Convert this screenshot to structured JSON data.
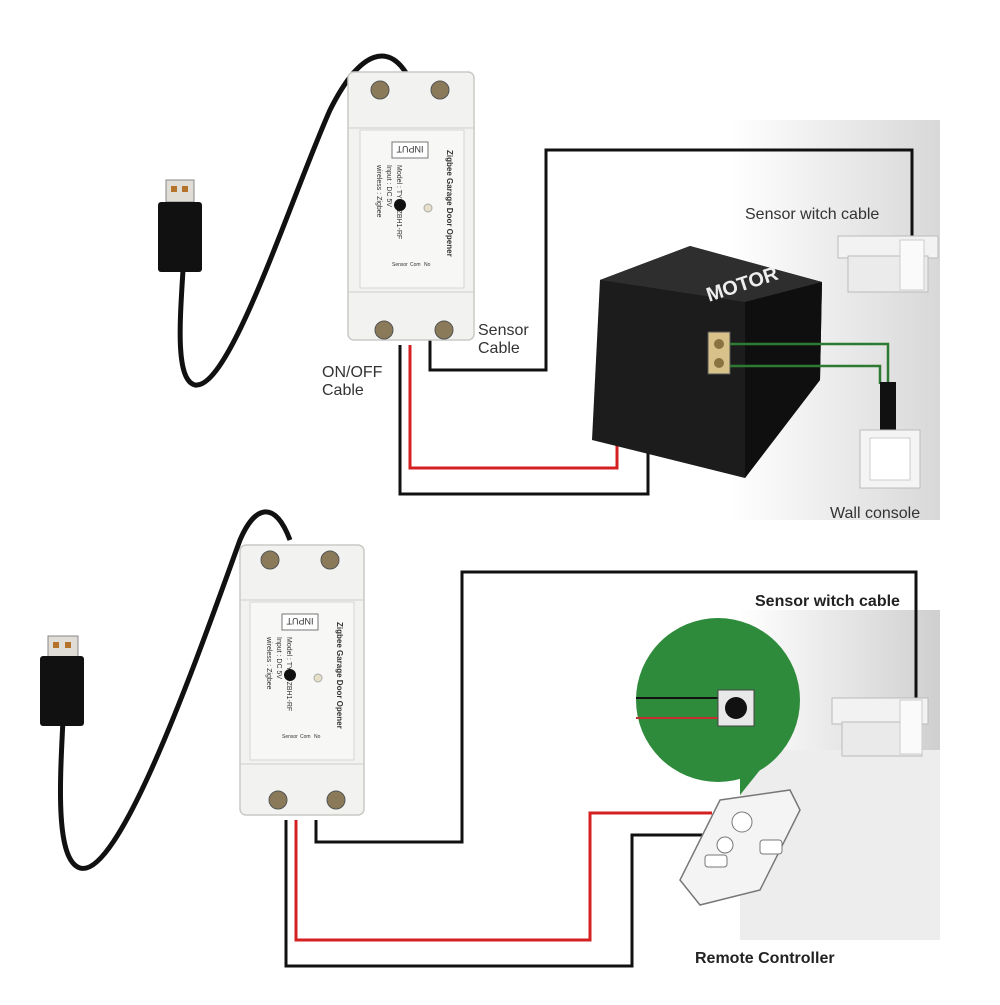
{
  "colors": {
    "wire_black": "#111111",
    "wire_red": "#d42020",
    "wire_green": "#2f7a32",
    "motor_body": "#1c1c1c",
    "device_body": "#f2f2f0",
    "bubble_green": "#2e8b3c",
    "background": "#ffffff"
  },
  "top": {
    "labels": {
      "sensor_cable_line1": "Sensor",
      "sensor_cable_line2": "Cable",
      "onoff_line1": "ON/OFF",
      "onoff_line2": "Cable",
      "sensor_switch_cable": "Sensor witch cable",
      "wall_console": "Wall console"
    },
    "motor_label": "MOTOR",
    "device": {
      "input_label": "INPUT",
      "product_name": "Zigbee Garage Door Opener",
      "model": "Model : TYLK-ZBH1-RF",
      "input": "Input : DC 5V",
      "wireless": "wireless : Zigbee",
      "terminals": [
        "Sensor",
        "Com",
        "No"
      ]
    },
    "icons": [
      "usb-plug-icon",
      "motor-icon",
      "wall-switch-icon",
      "door-sensor-icon"
    ]
  },
  "bottom": {
    "labels": {
      "sensor_switch_cable": "Sensor witch cable",
      "remote_controller": "Remote Controller"
    },
    "device": {
      "input_label": "INPUT",
      "product_name": "Zigbee Garage Door Opener",
      "model": "Model : TYLK-ZBH1-RF",
      "input": "Input : DC 5V",
      "wireless": "wireless : Zigbee",
      "terminals": [
        "Sensor",
        "Com",
        "No"
      ]
    },
    "icons": [
      "usb-plug-icon",
      "remote-controller-icon",
      "pcb-button-icon",
      "door-sensor-icon"
    ]
  }
}
